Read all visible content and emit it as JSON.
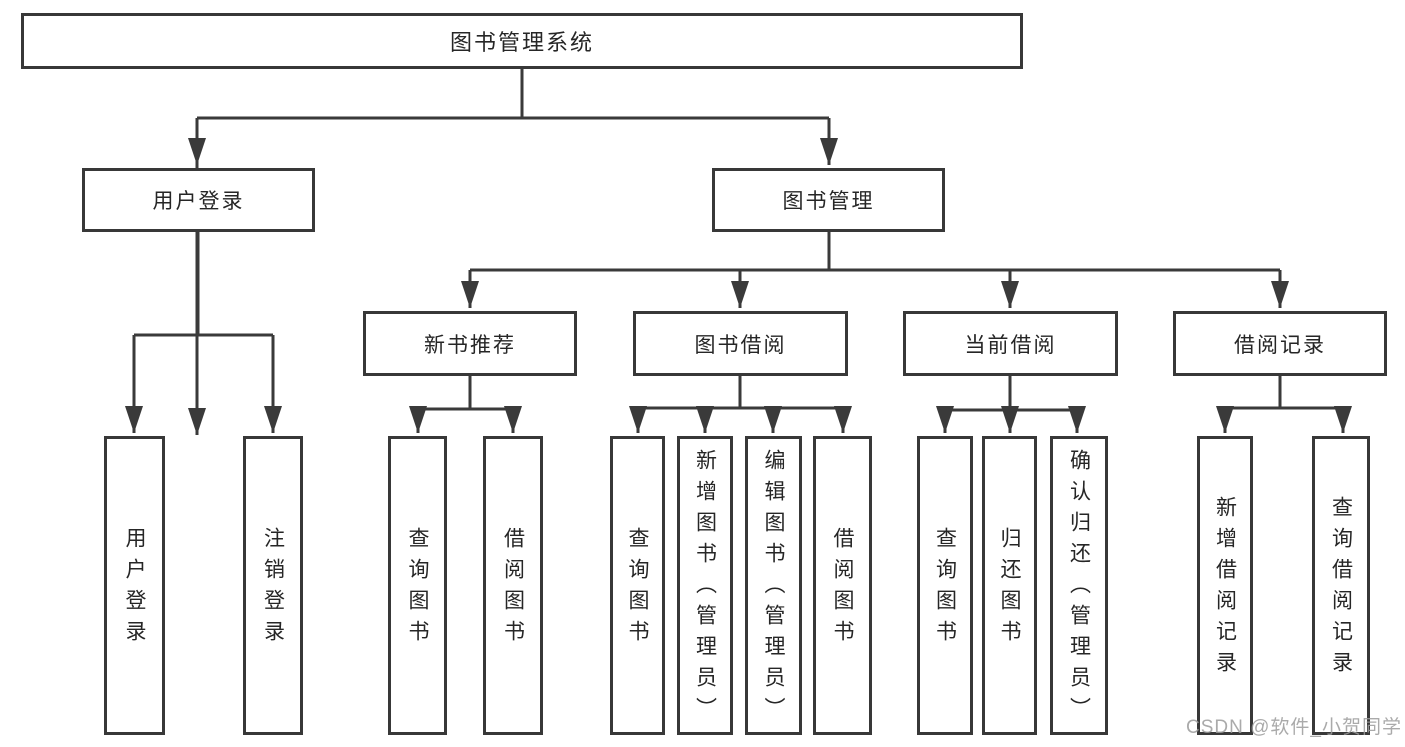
{
  "title": "图书管理系统",
  "nodes": {
    "root": "图书管理系统",
    "userLogin": "用户登录",
    "bookMgmt": "图书管理",
    "newBooks": "新书推荐",
    "bookBorrow": "图书借阅",
    "currentBorrow": "当前借阅",
    "borrowRecords": "借阅记录",
    "login": "用户登录",
    "logout": "注销登录",
    "nbQuery": "查询图书",
    "nbBorrow": "借阅图书",
    "bbQuery": "查询图书",
    "bbAdd": "新增图书（管理员）",
    "bbEdit": "编辑图书（管理员）",
    "bbBorrow": "借阅图书",
    "cbQuery": "查询图书",
    "cbReturn": "归还图书",
    "cbConfirm": "确认归还（管理员）",
    "brAdd": "新增借阅记录",
    "brQuery": "查询借阅记录"
  },
  "hierarchy": {
    "图书管理系统": {
      "用户登录": [
        "用户登录",
        "注销登录"
      ],
      "图书管理": {
        "新书推荐": [
          "查询图书",
          "借阅图书"
        ],
        "图书借阅": [
          "查询图书",
          "新增图书（管理员）",
          "编辑图书（管理员）",
          "借阅图书"
        ],
        "当前借阅": [
          "查询图书",
          "归还图书",
          "确认归还（管理员）"
        ],
        "借阅记录": [
          "新增借阅记录",
          "查询借阅记录"
        ]
      }
    }
  },
  "watermark": "CSDN @软件_小贺同学",
  "colors": {
    "line": "#3a3a3a",
    "border": "#383838",
    "text": "#262626",
    "watermark": "#9c9c9c",
    "background": "#ffffff"
  }
}
